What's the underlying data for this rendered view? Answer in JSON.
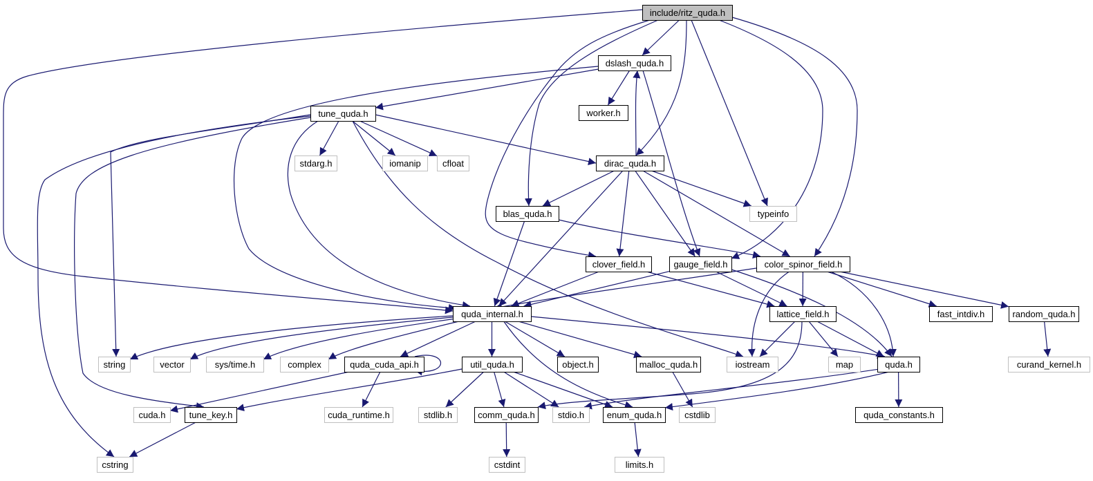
{
  "title": "include/ritz_quda.h include dependency graph",
  "colors": {
    "edge": "#191970",
    "root_fill": "#bfbfbf",
    "documented_border": "#000000",
    "external_border": "#bfbfbf",
    "node_fill": "#ffffff"
  },
  "nodes": [
    {
      "id": "ritz_quda",
      "label": "include/ritz_quda.h",
      "kind": "root"
    },
    {
      "id": "dslash_quda",
      "label": "dslash_quda.h",
      "kind": "documented"
    },
    {
      "id": "worker",
      "label": "worker.h",
      "kind": "documented"
    },
    {
      "id": "tune_quda",
      "label": "tune_quda.h",
      "kind": "documented"
    },
    {
      "id": "stdarg",
      "label": "stdarg.h",
      "kind": "external"
    },
    {
      "id": "iomanip",
      "label": "iomanip",
      "kind": "external"
    },
    {
      "id": "cfloat",
      "label": "cfloat",
      "kind": "external"
    },
    {
      "id": "dirac_quda",
      "label": "dirac_quda.h",
      "kind": "documented"
    },
    {
      "id": "typeinfo",
      "label": "typeinfo",
      "kind": "external"
    },
    {
      "id": "blas_quda",
      "label": "blas_quda.h",
      "kind": "documented"
    },
    {
      "id": "clover_field",
      "label": "clover_field.h",
      "kind": "documented"
    },
    {
      "id": "gauge_field",
      "label": "gauge_field.h",
      "kind": "documented"
    },
    {
      "id": "color_spinor_field",
      "label": "color_spinor_field.h",
      "kind": "documented"
    },
    {
      "id": "quda_internal",
      "label": "quda_internal.h",
      "kind": "documented"
    },
    {
      "id": "lattice_field",
      "label": "lattice_field.h",
      "kind": "documented"
    },
    {
      "id": "fast_intdiv",
      "label": "fast_intdiv.h",
      "kind": "documented"
    },
    {
      "id": "random_quda",
      "label": "random_quda.h",
      "kind": "documented"
    },
    {
      "id": "string",
      "label": "string",
      "kind": "external"
    },
    {
      "id": "vector",
      "label": "vector",
      "kind": "external"
    },
    {
      "id": "systime",
      "label": "sys/time.h",
      "kind": "external"
    },
    {
      "id": "complex",
      "label": "complex",
      "kind": "external"
    },
    {
      "id": "quda_cuda_api",
      "label": "quda_cuda_api.h",
      "kind": "documented"
    },
    {
      "id": "util_quda",
      "label": "util_quda.h",
      "kind": "documented"
    },
    {
      "id": "object",
      "label": "object.h",
      "kind": "documented"
    },
    {
      "id": "malloc_quda",
      "label": "malloc_quda.h",
      "kind": "documented"
    },
    {
      "id": "iostream",
      "label": "iostream",
      "kind": "external"
    },
    {
      "id": "map",
      "label": "map",
      "kind": "external"
    },
    {
      "id": "quda",
      "label": "quda.h",
      "kind": "documented"
    },
    {
      "id": "curand_kernel",
      "label": "curand_kernel.h",
      "kind": "external"
    },
    {
      "id": "cuda",
      "label": "cuda.h",
      "kind": "external"
    },
    {
      "id": "tune_key",
      "label": "tune_key.h",
      "kind": "documented"
    },
    {
      "id": "cuda_runtime",
      "label": "cuda_runtime.h",
      "kind": "external"
    },
    {
      "id": "stdlib",
      "label": "stdlib.h",
      "kind": "external"
    },
    {
      "id": "comm_quda",
      "label": "comm_quda.h",
      "kind": "documented"
    },
    {
      "id": "stdio",
      "label": "stdio.h",
      "kind": "external"
    },
    {
      "id": "enum_quda",
      "label": "enum_quda.h",
      "kind": "documented"
    },
    {
      "id": "cstdlib",
      "label": "cstdlib",
      "kind": "external"
    },
    {
      "id": "quda_constants",
      "label": "quda_constants.h",
      "kind": "documented"
    },
    {
      "id": "cstring",
      "label": "cstring",
      "kind": "external"
    },
    {
      "id": "cstdint",
      "label": "cstdint",
      "kind": "external"
    },
    {
      "id": "limits",
      "label": "limits.h",
      "kind": "external"
    }
  ],
  "edges": [
    [
      "ritz_quda",
      "dslash_quda"
    ],
    [
      "ritz_quda",
      "quda_internal"
    ],
    [
      "ritz_quda",
      "clover_field"
    ],
    [
      "ritz_quda",
      "blas_quda"
    ],
    [
      "ritz_quda",
      "dirac_quda"
    ],
    [
      "ritz_quda",
      "typeinfo"
    ],
    [
      "ritz_quda",
      "gauge_field"
    ],
    [
      "ritz_quda",
      "color_spinor_field"
    ],
    [
      "dslash_quda",
      "tune_quda"
    ],
    [
      "dslash_quda",
      "worker"
    ],
    [
      "dslash_quda",
      "quda_internal"
    ],
    [
      "dslash_quda",
      "gauge_field"
    ],
    [
      "dirac_quda",
      "dslash_quda"
    ],
    [
      "tune_quda",
      "stdarg"
    ],
    [
      "tune_quda",
      "iomanip"
    ],
    [
      "tune_quda",
      "cfloat"
    ],
    [
      "tune_quda",
      "dirac_quda"
    ],
    [
      "tune_quda",
      "string"
    ],
    [
      "tune_quda",
      "cstring"
    ],
    [
      "tune_quda",
      "tune_key"
    ],
    [
      "tune_quda",
      "quda_internal"
    ],
    [
      "tune_quda",
      "iostream"
    ],
    [
      "dirac_quda",
      "blas_quda"
    ],
    [
      "dirac_quda",
      "quda_internal"
    ],
    [
      "dirac_quda",
      "clover_field"
    ],
    [
      "dirac_quda",
      "gauge_field"
    ],
    [
      "dirac_quda",
      "color_spinor_field"
    ],
    [
      "dirac_quda",
      "typeinfo"
    ],
    [
      "blas_quda",
      "quda_internal"
    ],
    [
      "blas_quda",
      "color_spinor_field"
    ],
    [
      "clover_field",
      "quda_internal"
    ],
    [
      "clover_field",
      "lattice_field"
    ],
    [
      "gauge_field",
      "quda_internal"
    ],
    [
      "gauge_field",
      "lattice_field"
    ],
    [
      "gauge_field",
      "quda"
    ],
    [
      "color_spinor_field",
      "quda_internal"
    ],
    [
      "color_spinor_field",
      "lattice_field"
    ],
    [
      "color_spinor_field",
      "iostream"
    ],
    [
      "color_spinor_field",
      "quda"
    ],
    [
      "color_spinor_field",
      "fast_intdiv"
    ],
    [
      "color_spinor_field",
      "random_quda"
    ],
    [
      "random_quda",
      "curand_kernel"
    ],
    [
      "quda_internal",
      "string"
    ],
    [
      "quda_internal",
      "vector"
    ],
    [
      "quda_internal",
      "systime"
    ],
    [
      "quda_internal",
      "complex"
    ],
    [
      "quda_internal",
      "quda_cuda_api"
    ],
    [
      "quda_internal",
      "util_quda"
    ],
    [
      "quda_internal",
      "object"
    ],
    [
      "quda_internal",
      "malloc_quda"
    ],
    [
      "quda_internal",
      "enum_quda"
    ],
    [
      "quda_internal",
      "quda"
    ],
    [
      "quda_cuda_api",
      "quda_cuda_api"
    ],
    [
      "quda_cuda_api",
      "cuda"
    ],
    [
      "quda_cuda_api",
      "cuda_runtime"
    ],
    [
      "util_quda",
      "tune_key"
    ],
    [
      "util_quda",
      "stdlib"
    ],
    [
      "util_quda",
      "comm_quda"
    ],
    [
      "util_quda",
      "stdio"
    ],
    [
      "util_quda",
      "enum_quda"
    ],
    [
      "lattice_field",
      "iostream"
    ],
    [
      "lattice_field",
      "map"
    ],
    [
      "lattice_field",
      "quda"
    ],
    [
      "lattice_field",
      "comm_quda"
    ],
    [
      "malloc_quda",
      "cstdlib"
    ],
    [
      "quda",
      "quda_constants"
    ],
    [
      "quda",
      "enum_quda"
    ],
    [
      "quda",
      "stdio"
    ],
    [
      "tune_key",
      "cstring"
    ],
    [
      "comm_quda",
      "cstdint"
    ],
    [
      "enum_quda",
      "limits"
    ]
  ]
}
